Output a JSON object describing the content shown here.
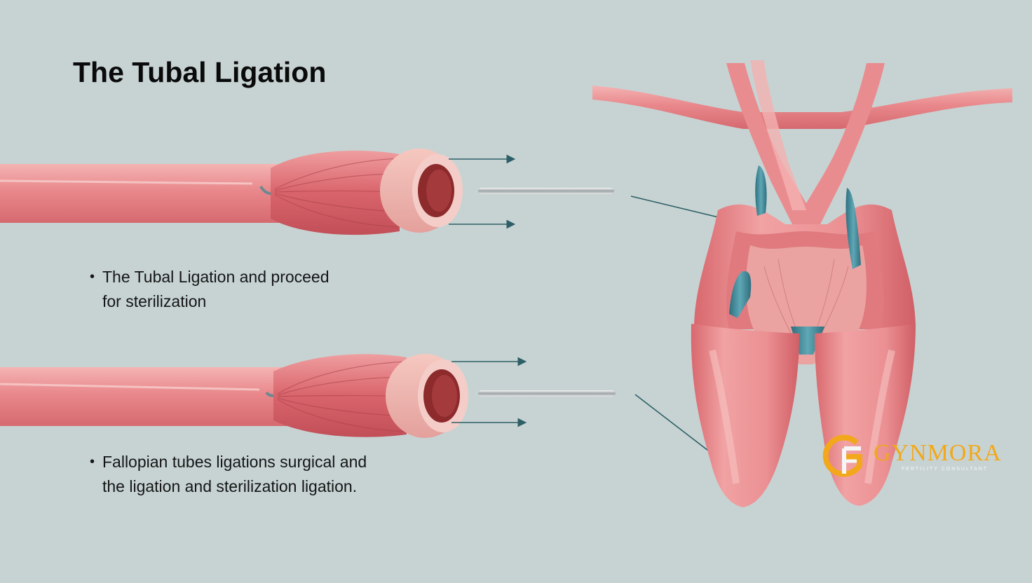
{
  "title": "The Tubal Ligation",
  "bullets": [
    {
      "lines": [
        "The Tubal Ligation and proceed",
        "for sterilization"
      ]
    },
    {
      "lines": [
        "Fallopian tubes ligations surgical and",
        "the ligation and sterilization ligation."
      ]
    }
  ],
  "logo": {
    "mark_letters": "G",
    "brand": "GYNMORA",
    "tagline": "FERTILITY CONSULTANT"
  },
  "colors": {
    "background": "#c7d3d3",
    "tissue": "#e88a8d",
    "tissue_dark": "#c95a60",
    "inner_ring": "#f3c9c4",
    "lumen": "#8c2a2c",
    "clip_blue": "#3d8a9b",
    "arrow": "#2e5f66",
    "brand_gold": "#f2a81a"
  },
  "icons": [
    "arrow-right-icon",
    "surgical-clip-icon",
    "logo-g-icon"
  ]
}
